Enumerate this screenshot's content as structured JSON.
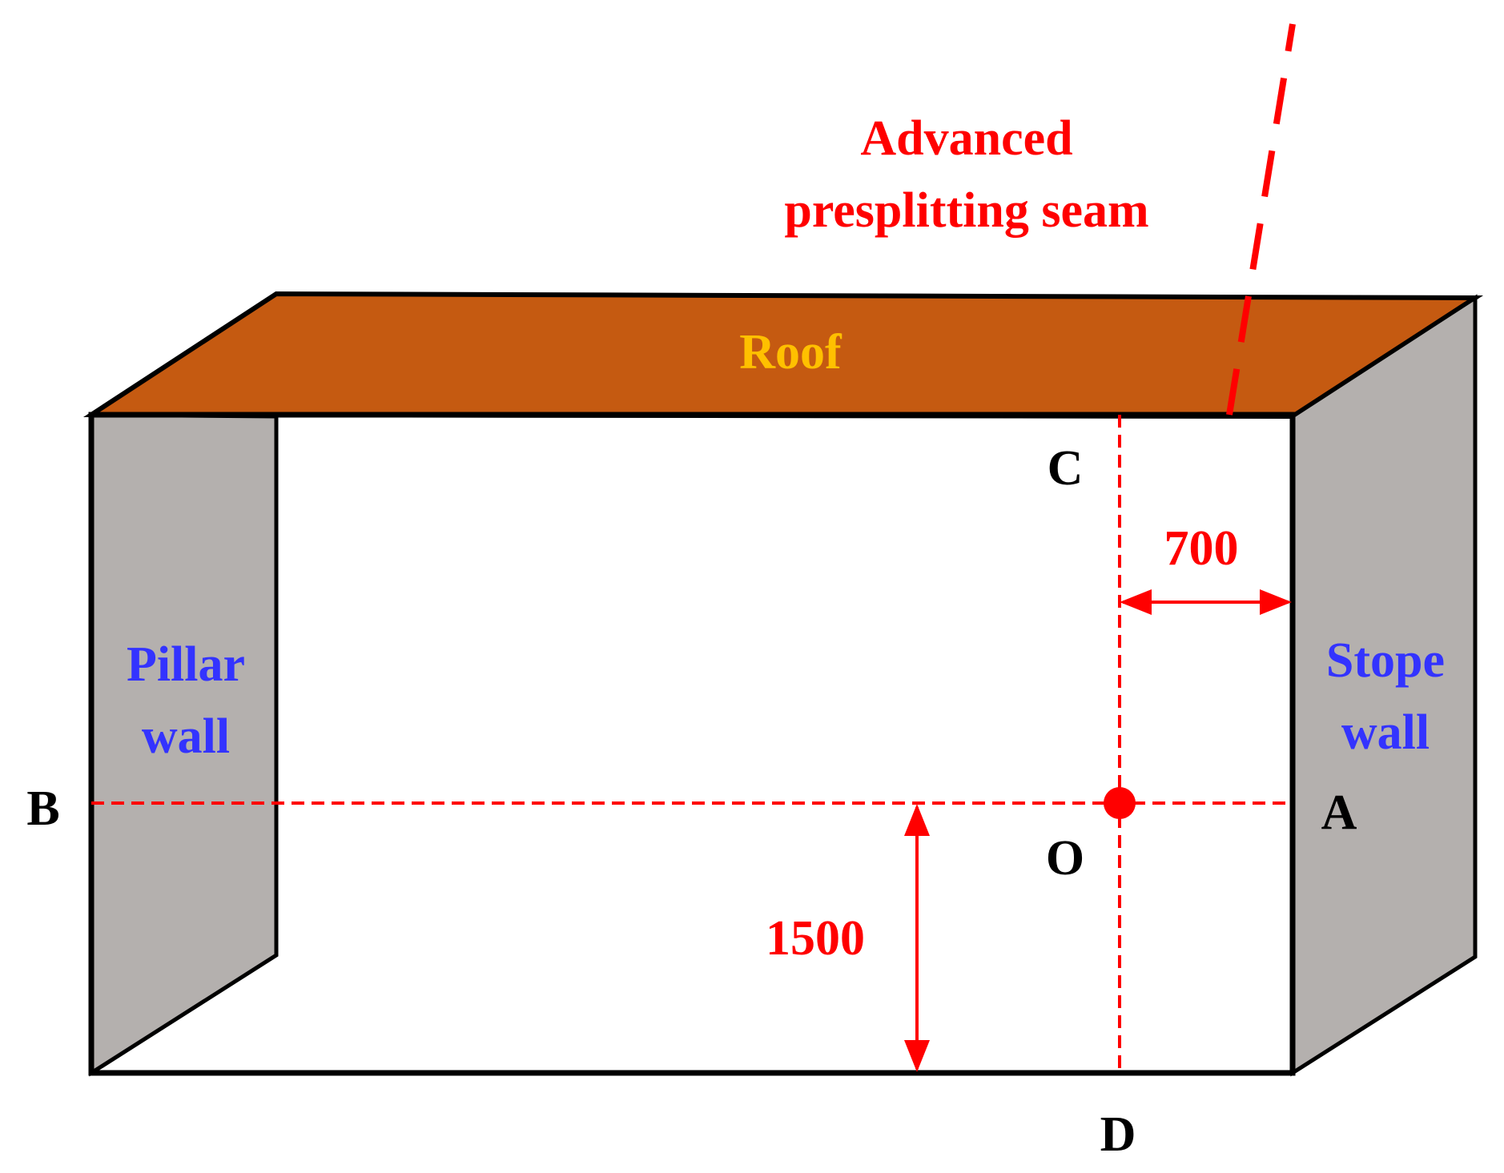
{
  "colors": {
    "roof": "#C55A11",
    "roof_label": "#FFC000",
    "wall": "#B4B0AE",
    "wall_label": "#3333FF",
    "red": "#FF0000",
    "outline": "#000000"
  },
  "labels": {
    "seam_line1": "Advanced",
    "seam_line2": "presplitting seam",
    "roof": "Roof",
    "pillar_line1": "Pillar",
    "pillar_line2": "wall",
    "stope_line1": "Stope",
    "stope_line2": "wall",
    "point_a": "A",
    "point_b": "B",
    "point_c": "C",
    "point_d": "D",
    "point_o": "O",
    "dim_horizontal": "700",
    "dim_vertical": "1500"
  },
  "icons": {
    "measuring_point": "red-dot-icon",
    "dimension_arrow": "double-arrow-icon"
  }
}
